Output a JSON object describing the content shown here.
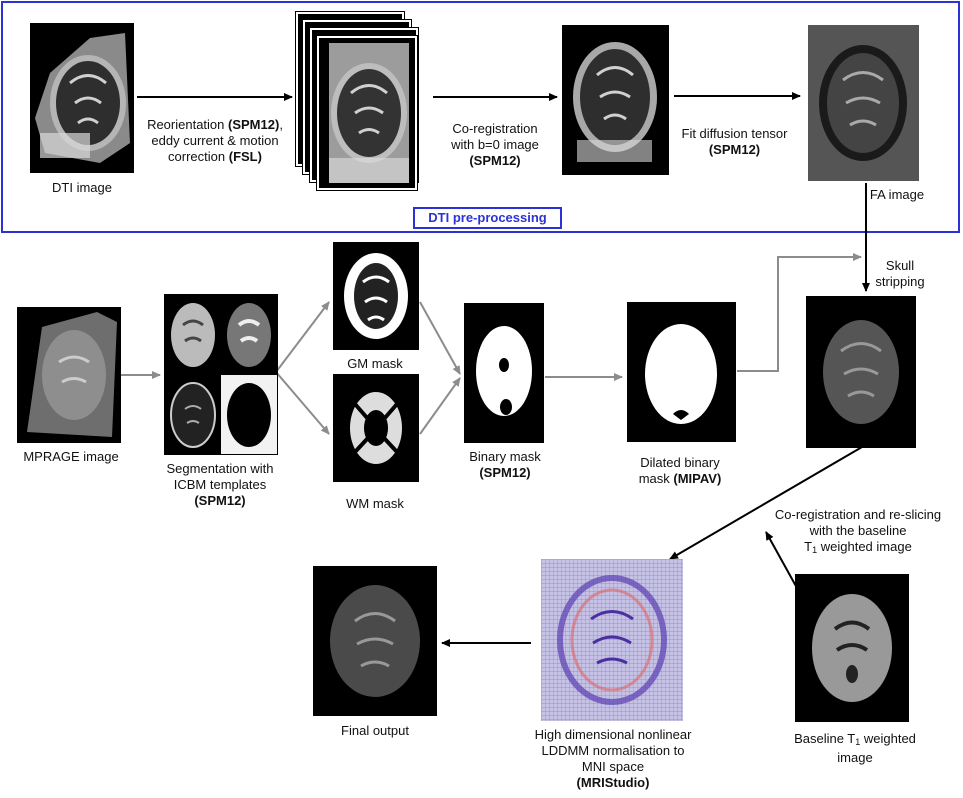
{
  "preprocessing_box": {
    "title": "DTI pre-processing",
    "border_color": "#2b33d6"
  },
  "labels": {
    "dti_image": "DTI image",
    "reorientation": {
      "line1_pre": "Reorientation ",
      "line1_bold": "(SPM12)",
      "line1_post": ",",
      "line2": "eddy current & motion",
      "line3_pre": "correction ",
      "line3_bold": "(FSL)"
    },
    "coregistration_b0": {
      "line1": "Co-registration",
      "line2": "with b=0 image",
      "line3_bold": "(SPM12)"
    },
    "fit_tensor": {
      "line1": "Fit diffusion tensor",
      "line2_bold": "(SPM12)"
    },
    "fa_image": "FA image",
    "skull_stripping": {
      "line1": "Skull",
      "line2": "stripping"
    },
    "mprage_image": "MPRAGE image",
    "segmentation": {
      "line1": "Segmentation with",
      "line2": "ICBM templates",
      "line3_bold": "(SPM12)"
    },
    "gm_mask": "GM mask",
    "wm_mask": "WM mask",
    "binary_mask": {
      "line1": "Binary mask",
      "line2_bold": "(SPM12)"
    },
    "dilated_mask": {
      "line1": "Dilated binary",
      "line2_pre": "mask ",
      "line2_bold": "(MIPAV)"
    },
    "coreg_reslice": {
      "line1": "Co-registration and re-slicing",
      "line2": "with the baseline",
      "line3_pre": "T",
      "line3_sub": "1",
      "line3_post": " weighted image"
    },
    "baseline_t1": {
      "line1_pre": "Baseline T",
      "line1_sub": "1",
      "line1_post": " weighted",
      "line2": "image"
    },
    "lddmm": {
      "line1": "High dimensional nonlinear",
      "line2": "LDDMM normalisation to",
      "line3": "MNI space",
      "line4_bold": "(MRIStudio)"
    },
    "final_output": "Final output"
  },
  "colors": {
    "arrow_black": "#000000",
    "arrow_gray": "#8c8c8c",
    "box_blue": "#2b33d6"
  }
}
